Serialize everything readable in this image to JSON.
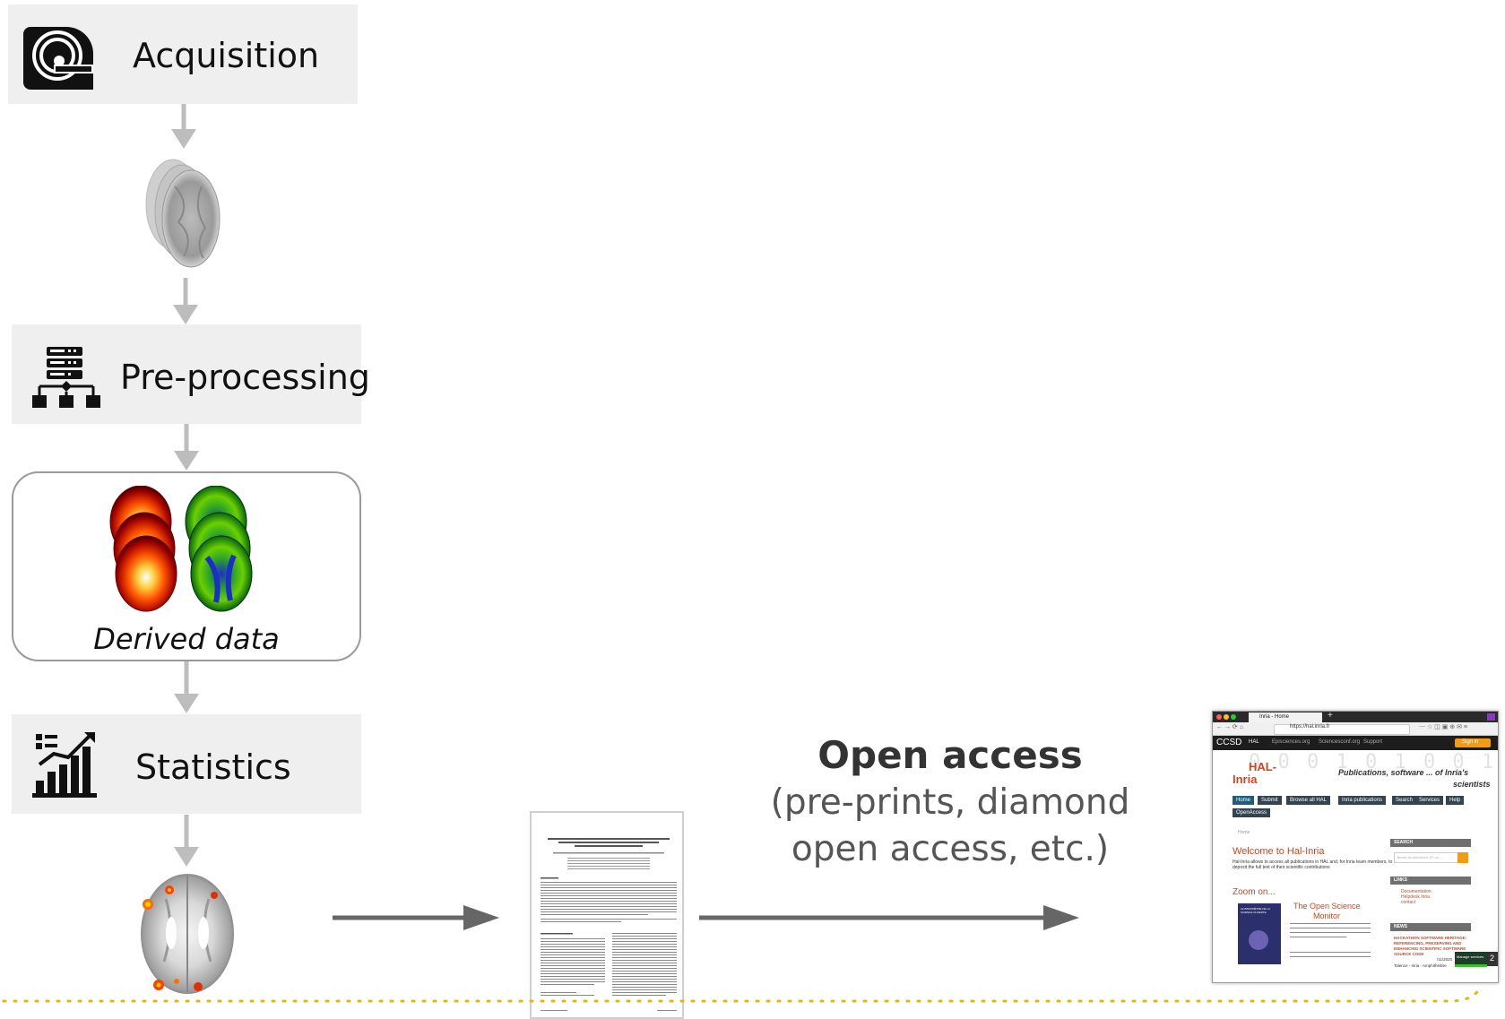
{
  "steps": {
    "acquisition": "Acquisition",
    "preprocessing": "Pre-processing",
    "derived": "Derived data",
    "statistics": "Statistics"
  },
  "open_access": {
    "title": "Open access",
    "subtitle_line1": "(pre-prints, diamond",
    "subtitle_line2": "open access, etc.)"
  },
  "browser": {
    "tab_title": "Inria - Home",
    "url": "https://hal.inria.fr",
    "brand": "CCSD",
    "topnav": [
      "HAL",
      "Episciences.org",
      "Sciencesconf.org",
      "Support"
    ],
    "signin": "Sign in",
    "logo_line1": "HAL-",
    "logo_line2": "Inria",
    "tagline_line1": "Publications, software ... of Inria's",
    "tagline_line2": "scientists",
    "menu": [
      "Home",
      "Submit",
      "Browse all HAL",
      "Inria publications",
      "Search",
      "Services",
      "Help"
    ],
    "menu2": "OpenAccess",
    "crumb": "Home",
    "welcome": "Welcome to Hal-Inria",
    "welcome_text_line1": "Hal-Inria allows to access all publications in HAL and, for Inria team members, to",
    "welcome_text_line2": "deposit the full text of their scientific contributions",
    "zoom": "Zoom on...",
    "osm_title_line1": "The Open Science",
    "osm_title_line2": "Monitor",
    "osm_cover": "LE BAROMÈTRE DE LA SCIENCE OUVERTE",
    "search_head": "SEARCH",
    "search_placeholder": "Terme de recherche (Fr ou ...",
    "links_head": "LINKS",
    "links": [
      "Documentation",
      "Helpdesk Inria",
      "contact"
    ],
    "news_head": "NEWS",
    "news_text": "HACKATHON SOFTWARE HERITAGE: REFERENCING, PRESERVING AND ENHANCING SCIENTIFIC SOFTWARE SOURCE CODE",
    "news_date": "/11/2020",
    "news_place": "Talence - Inria - Amphithéâtre",
    "manage": "Manage services",
    "badge": "2"
  },
  "colors": {
    "step_bg": "#efefef",
    "arrow_gray": "#bdbdbd",
    "arrow_dark": "#666666",
    "dotted_line": "#f0b400",
    "hal_red": "#d2451e",
    "hal_orange": "#f39c12"
  }
}
